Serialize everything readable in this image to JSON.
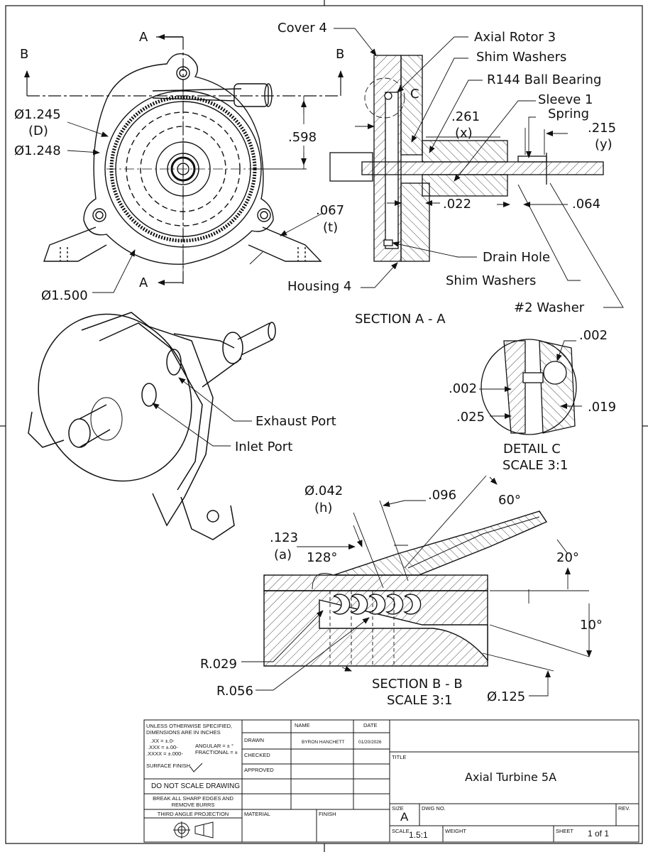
{
  "views": {
    "front": {
      "section_a_top": "A",
      "section_a_bottom": "A",
      "section_b_left": "B",
      "section_b_right": "B",
      "dia_1245": "Ø1.245",
      "dia_1245_sub": "(D)",
      "dia_1248": "Ø1.248",
      "dim_598": ".598",
      "dim_067": ".067",
      "dim_067_sub": "(t)",
      "dia_1500": "Ø1.500"
    },
    "section_aa": {
      "cover": "Cover 4",
      "rotor": "Axial Rotor 3",
      "shim_top": "Shim Washers",
      "bearing": "R144 Ball Bearing",
      "sleeve": "Sleeve 1",
      "spring": "Spring",
      "detail_ref": "C",
      "dim_261": ".261",
      "dim_261_sub": "(x)",
      "dim_215": ".215",
      "dim_215_sub": "(y)",
      "dim_022": ".022",
      "dim_064": ".064",
      "drain": "Drain Hole",
      "housing": "Housing 4",
      "shim_bottom": "Shim Washers",
      "washer": "#2 Washer",
      "caption": "SECTION A - A"
    },
    "iso": {
      "exhaust": "Exhaust Port",
      "inlet": "Inlet Port"
    },
    "detail_c": {
      "dim_002_top": ".002",
      "dim_002_left": ".002",
      "dim_025": ".025",
      "dim_019": ".019",
      "caption": "DETAIL C",
      "scale": "SCALE 3:1"
    },
    "section_bb": {
      "dia_042": "Ø.042",
      "dia_042_sub": "(h)",
      "dim_096": ".096",
      "angle_60": "60°",
      "dim_123": ".123",
      "dim_123_sub": "(a)",
      "angle_128": "128°",
      "angle_20": "20°",
      "angle_10": "10°",
      "r_029": "R.029",
      "r_056": "R.056",
      "caption": "SECTION B - B",
      "scale": "SCALE 3:1",
      "dia_125": "Ø.125"
    }
  },
  "title_block": {
    "notes_1": "UNLESS OTHERWISE SPECIFIED,",
    "notes_2": "DIMENSIONS ARE IN INCHES",
    "tol_xx": ".XX = ±.0-",
    "tol_xxx": ".XXX = ±.00-",
    "tol_xxxx": ".XXXX = ±.000-",
    "tol_ang": "ANGULAR = ± °",
    "tol_frac": "FRACTIONAL = ±",
    "surface": "SURFACE FINISH",
    "no_scale": "DO NOT SCALE DRAWING",
    "burrs_1": "BREAK ALL SHARP EDGES AND",
    "burrs_2": "REMOVE BURRS",
    "projection": "THIRD ANGLE PROJECTION",
    "col_name": "NAME",
    "col_date": "DATE",
    "row_drawn": "DRAWN",
    "row_checked": "CHECKED",
    "row_approved": "APPROVED",
    "drawn_name": "BYRON HANCHETT",
    "drawn_date": "01/20/2026",
    "material": "MATERIAL",
    "finish": "FINISH",
    "title_label": "TITLE",
    "title": "Axial Turbine 5A",
    "size_label": "SIZE",
    "size": "A",
    "dwg_label": "DWG NO.",
    "rev_label": "REV.",
    "scale_label": "SCALE",
    "scale": "1.5:1",
    "weight_label": "WEIGHT",
    "sheet_label": "SHEET",
    "sheet": "1 of 1"
  }
}
